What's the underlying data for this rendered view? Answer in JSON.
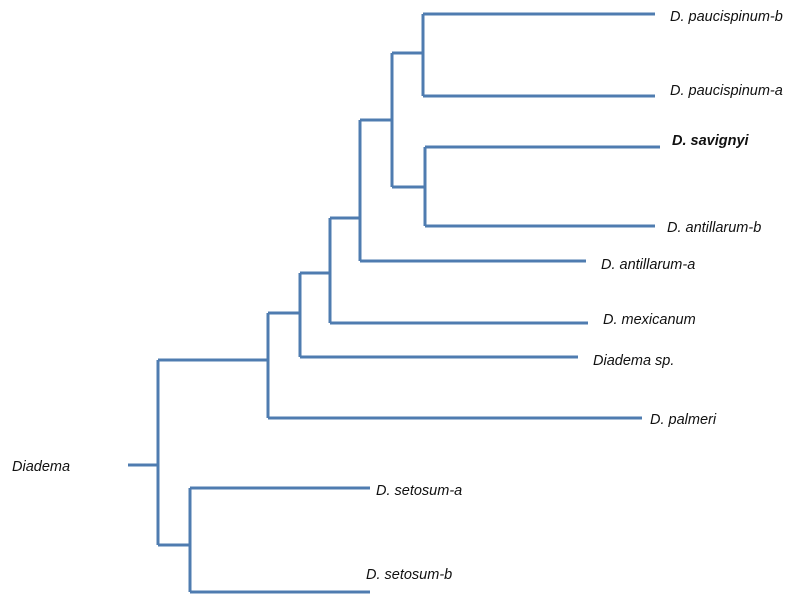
{
  "diagram": {
    "type": "phylogenetic-tree",
    "root_label": "Diadema",
    "branch_color": "#4f7cb0",
    "taxa": [
      {
        "id": "t1",
        "label": "D. paucispinum-b",
        "emphasis": false
      },
      {
        "id": "t2",
        "label": "D. paucispinum-a",
        "emphasis": false
      },
      {
        "id": "t3",
        "label": "D. savignyi",
        "emphasis": true
      },
      {
        "id": "t4",
        "label": "D. antillarum-b",
        "emphasis": false
      },
      {
        "id": "t5",
        "label": "D. antillarum-a",
        "emphasis": false
      },
      {
        "id": "t6",
        "label": "D. mexicanum",
        "emphasis": false
      },
      {
        "id": "t7",
        "label": "Diadema sp.",
        "emphasis": false
      },
      {
        "id": "t8",
        "label": "D. palmeri",
        "emphasis": false
      },
      {
        "id": "t9",
        "label": "D. setosum-a",
        "emphasis": false
      },
      {
        "id": "t10",
        "label": "D. setosum-b",
        "emphasis": false
      }
    ],
    "topology": "((((((((D. paucispinum-b,D. paucispinum-a),(D. savignyi,D. antillarum-b)),D. antillarum-a),D. mexicanum),Diadema sp.),D. palmeri),(D. setosum-a,D. setosum-b))Diadema)"
  }
}
